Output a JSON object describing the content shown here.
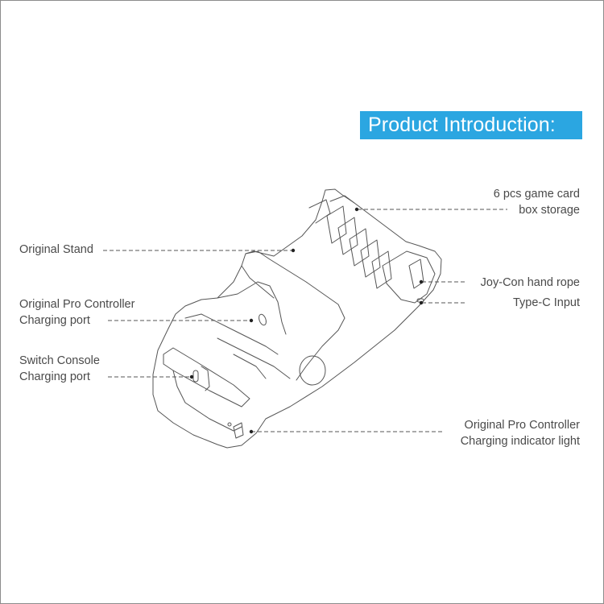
{
  "header": {
    "title": "Product Introduction:",
    "banner_color": "#2ba6e1"
  },
  "callouts": {
    "left": [
      {
        "id": "original-stand",
        "lines": [
          "Original Stand"
        ]
      },
      {
        "id": "pro-controller-port",
        "lines": [
          "Original Pro Controller",
          "Charging port"
        ]
      },
      {
        "id": "switch-console-port",
        "lines": [
          "Switch Console",
          "Charging port"
        ]
      }
    ],
    "right": [
      {
        "id": "game-card-storage",
        "lines": [
          "6 pcs game card",
          "box storage"
        ]
      },
      {
        "id": "joycon-hand-rope",
        "lines": [
          "Joy-Con hand rope"
        ]
      },
      {
        "id": "type-c-input",
        "lines": [
          "Type-C Input"
        ]
      },
      {
        "id": "pro-controller-indicator",
        "lines": [
          "Original Pro Controller",
          "Charging indicator light"
        ]
      }
    ]
  },
  "colors": {
    "text": "#4a4a4a",
    "line": "#555555",
    "frame": "#8c8c8c"
  }
}
